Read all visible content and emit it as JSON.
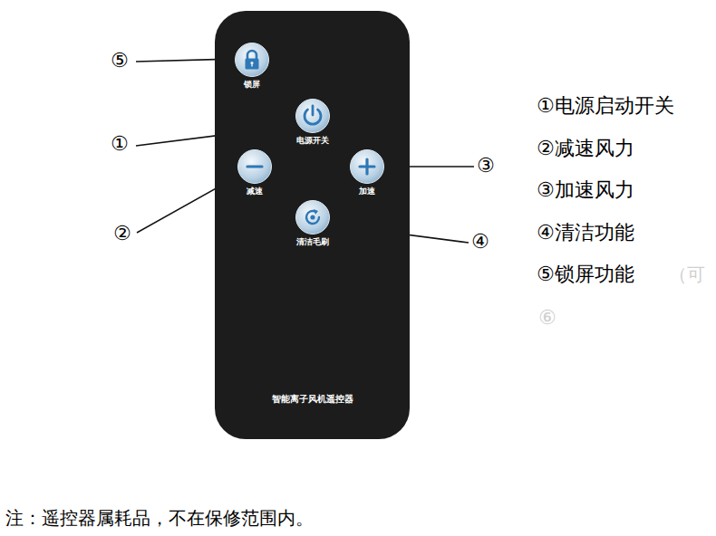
{
  "diagram": {
    "nodes": [
      {
        "text": [
          "智能离子风机遥控器"
        ]
      },
      {
        "text": [
          "锁屏"
        ],
        "in": 0
      },
      {
        "text": [
          "电源开关"
        ],
        "in": 0
      },
      {
        "text": [
          "减速"
        ],
        "in": 0
      },
      {
        "text": [
          "加速"
        ],
        "in": 0
      },
      {
        "text": [
          "清洁毛刷"
        ],
        "in": 0
      }
    ],
    "labels": [
      "⑤",
      "①",
      "②",
      "③",
      "④",
      "①电源启动开关",
      "②减速风力",
      "③加速风力",
      "④清洁功能",
      "⑤锁屏功能",
      "（可",
      "⑥",
      "注：遥控器属耗品，不在保修范围内。"
    ]
  }
}
